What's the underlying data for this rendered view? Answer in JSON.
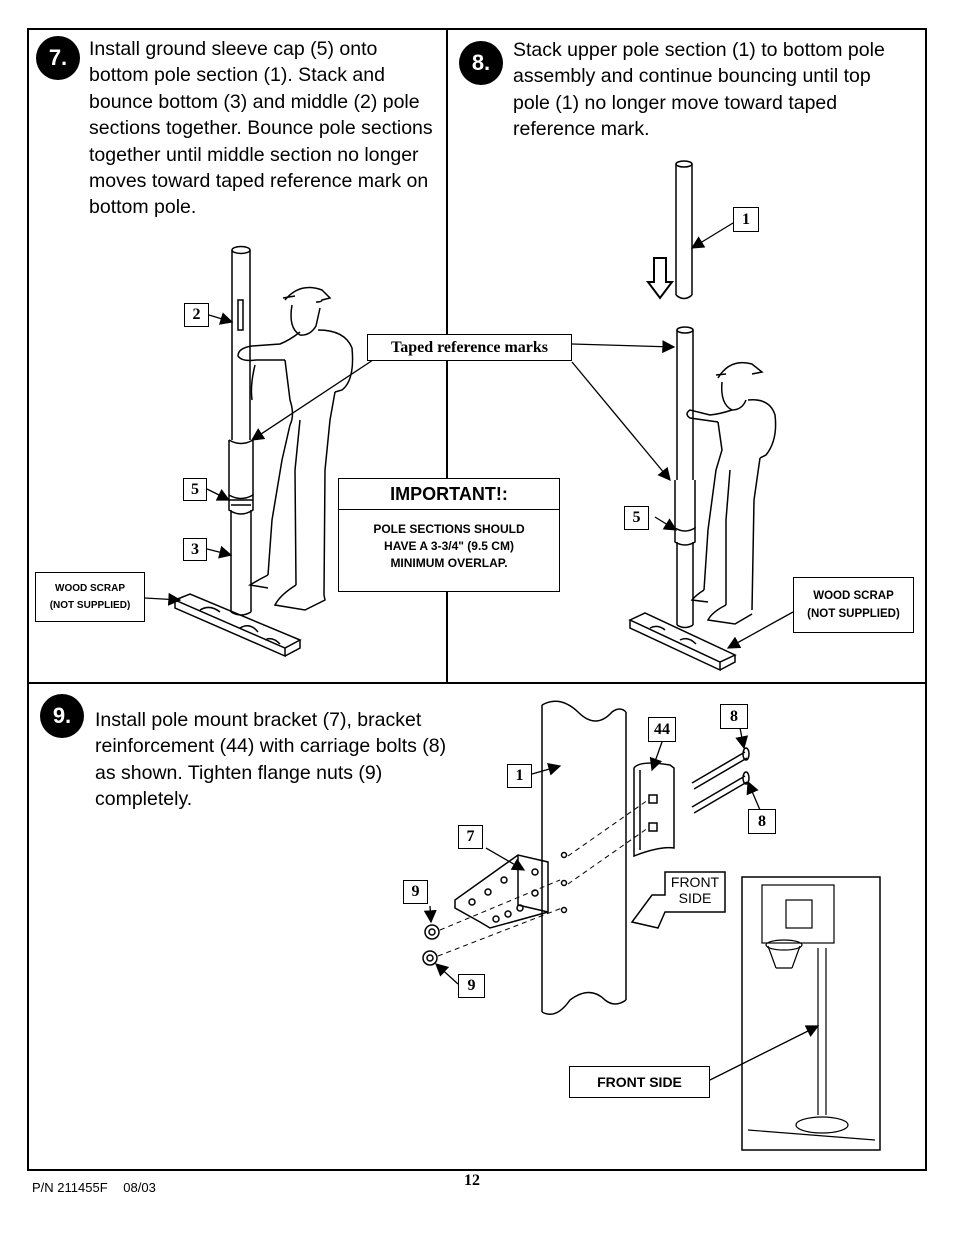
{
  "steps": [
    {
      "number": "7.",
      "text": "Install ground sleeve cap (5) onto bottom pole section (1). Stack and bounce bottom (3) and middle (2) pole sections together.  Bounce pole sections together until middle section no longer moves toward taped reference mark on bottom pole."
    },
    {
      "number": "8.",
      "text": "Stack upper pole section (1) to bottom pole assembly and continue bouncing until top pole (1) no longer move toward taped reference mark."
    },
    {
      "number": "9.",
      "text": "Install pole mount bracket (7), bracket reinforcement (44) with carriage bolts (8) as shown. Tighten flange nuts (9) completely."
    }
  ],
  "callouts": {
    "step7_pole_middle": "2",
    "step7_sleeve_cap": "5",
    "step7_pole_bottom": "3",
    "step8_upper_pole": "1",
    "step8_sleeve_cap": "5",
    "step9_pole": "1",
    "step9_bracket": "7",
    "step9_reinforcement": "44",
    "step9_bolt_top": "8",
    "step9_bolt_bottom": "8",
    "step9_nut_top": "9",
    "step9_nut_bottom": "9"
  },
  "labels": {
    "taped_reference_marks": "Taped reference marks",
    "wood_scrap_line1": "WOOD SCRAP",
    "wood_scrap_line2": "(NOT SUPPLIED)",
    "important_title": "IMPORTANT!:",
    "important_body_line1": "POLE SECTIONS SHOULD",
    "important_body_line2": "HAVE A 3-3/4\" (9.5 CM)",
    "important_body_line3": "MINIMUM OVERLAP.",
    "front_side_arrow_line1": "FRONT",
    "front_side_arrow_line2": "SIDE",
    "front_side_box": "FRONT SIDE"
  },
  "footer": {
    "part_number": "P/N 211455F",
    "date": "08/03",
    "page_number": "12"
  }
}
